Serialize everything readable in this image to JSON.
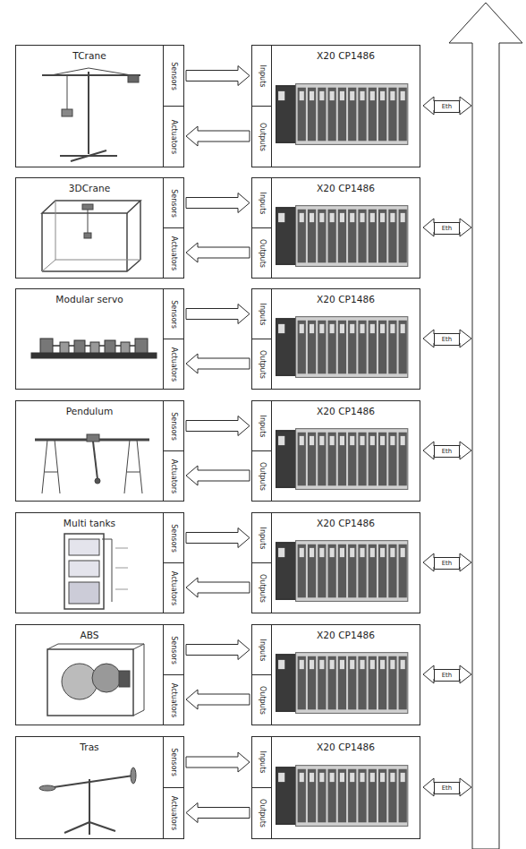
{
  "diagram": {
    "nodes": [
      {
        "text": [
          "TCrane"
        ]
      },
      {
        "text": [
          "Sensors"
        ],
        "in": 0
      },
      {
        "text": [
          "Actuators"
        ],
        "in": 0
      },
      {
        "text": [
          "X20 CP1486"
        ]
      },
      {
        "text": [
          "Inputs"
        ],
        "in": 3
      },
      {
        "text": [
          "Outputs"
        ],
        "in": 3
      },
      {
        "text": [
          "3DCrane"
        ]
      },
      {
        "text": [
          "Sensors"
        ],
        "in": 6
      },
      {
        "text": [
          "Actuators"
        ],
        "in": 6
      },
      {
        "text": [
          "X20 CP1486"
        ]
      },
      {
        "text": [
          "Inputs"
        ],
        "in": 9
      },
      {
        "text": [
          "Outputs"
        ],
        "in": 9
      },
      {
        "text": [
          "Modular servo"
        ]
      },
      {
        "text": [
          "Sensors"
        ],
        "in": 12
      },
      {
        "text": [
          "Actuators"
        ],
        "in": 12
      },
      {
        "text": [
          "X20 CP1486"
        ]
      },
      {
        "text": [
          "Inputs"
        ],
        "in": 15
      },
      {
        "text": [
          "Outputs"
        ],
        "in": 15
      },
      {
        "text": [
          "Pendulum"
        ]
      },
      {
        "text": [
          "Sensors"
        ],
        "in": 18
      },
      {
        "text": [
          "Actuators"
        ],
        "in": 18
      },
      {
        "text": [
          "X20 CP1486"
        ]
      },
      {
        "text": [
          "Inputs"
        ],
        "in": 21
      },
      {
        "text": [
          "Outputs"
        ],
        "in": 21
      },
      {
        "text": [
          "Multi tanks"
        ]
      },
      {
        "text": [
          "Sensors"
        ],
        "in": 24
      },
      {
        "text": [
          "Actuators"
        ],
        "in": 24
      },
      {
        "text": [
          "X20 CP1486"
        ]
      },
      {
        "text": [
          "Inputs"
        ],
        "in": 27
      },
      {
        "text": [
          "Outputs"
        ],
        "in": 27
      },
      {
        "text": [
          "ABS"
        ]
      },
      {
        "text": [
          "Sensors"
        ],
        "in": 30
      },
      {
        "text": [
          "Actuators"
        ],
        "in": 30
      },
      {
        "text": [
          "X20 CP1486"
        ]
      },
      {
        "text": [
          "Inputs"
        ],
        "in": 33
      },
      {
        "text": [
          "Outputs"
        ],
        "in": 33
      },
      {
        "text": [
          "Tras"
        ]
      },
      {
        "text": [
          "Sensors"
        ],
        "in": 36
      },
      {
        "text": [
          "Actuators"
        ],
        "in": 36
      },
      {
        "text": [
          "X20 CP1486"
        ]
      },
      {
        "text": [
          "Inputs"
        ],
        "in": 39
      },
      {
        "text": [
          "Outputs"
        ],
        "in": 39
      }
    ],
    "edges": [
      {
        "from": 1,
        "to": 4,
        "arrow": "to"
      },
      {
        "from": 5,
        "to": 2,
        "arrow": "to"
      },
      {
        "from": 7,
        "to": 10,
        "arrow": "to"
      },
      {
        "from": 11,
        "to": 8,
        "arrow": "to"
      },
      {
        "from": 13,
        "to": 16,
        "arrow": "to"
      },
      {
        "from": 17,
        "to": 14,
        "arrow": "to"
      },
      {
        "from": 19,
        "to": 22,
        "arrow": "to"
      },
      {
        "from": 23,
        "to": 20,
        "arrow": "to"
      },
      {
        "from": 25,
        "to": 28,
        "arrow": "to"
      },
      {
        "from": 29,
        "to": 26,
        "arrow": "to"
      },
      {
        "from": 31,
        "to": 34,
        "arrow": "to"
      },
      {
        "from": 35,
        "to": 32,
        "arrow": "to"
      },
      {
        "from": 37,
        "to": 40,
        "arrow": "to"
      },
      {
        "from": 41,
        "to": 38,
        "arrow": "to"
      }
    ],
    "labels": [
      "Eth",
      "Eth",
      "Eth",
      "Eth",
      "Eth",
      "Eth",
      "Eth"
    ]
  }
}
